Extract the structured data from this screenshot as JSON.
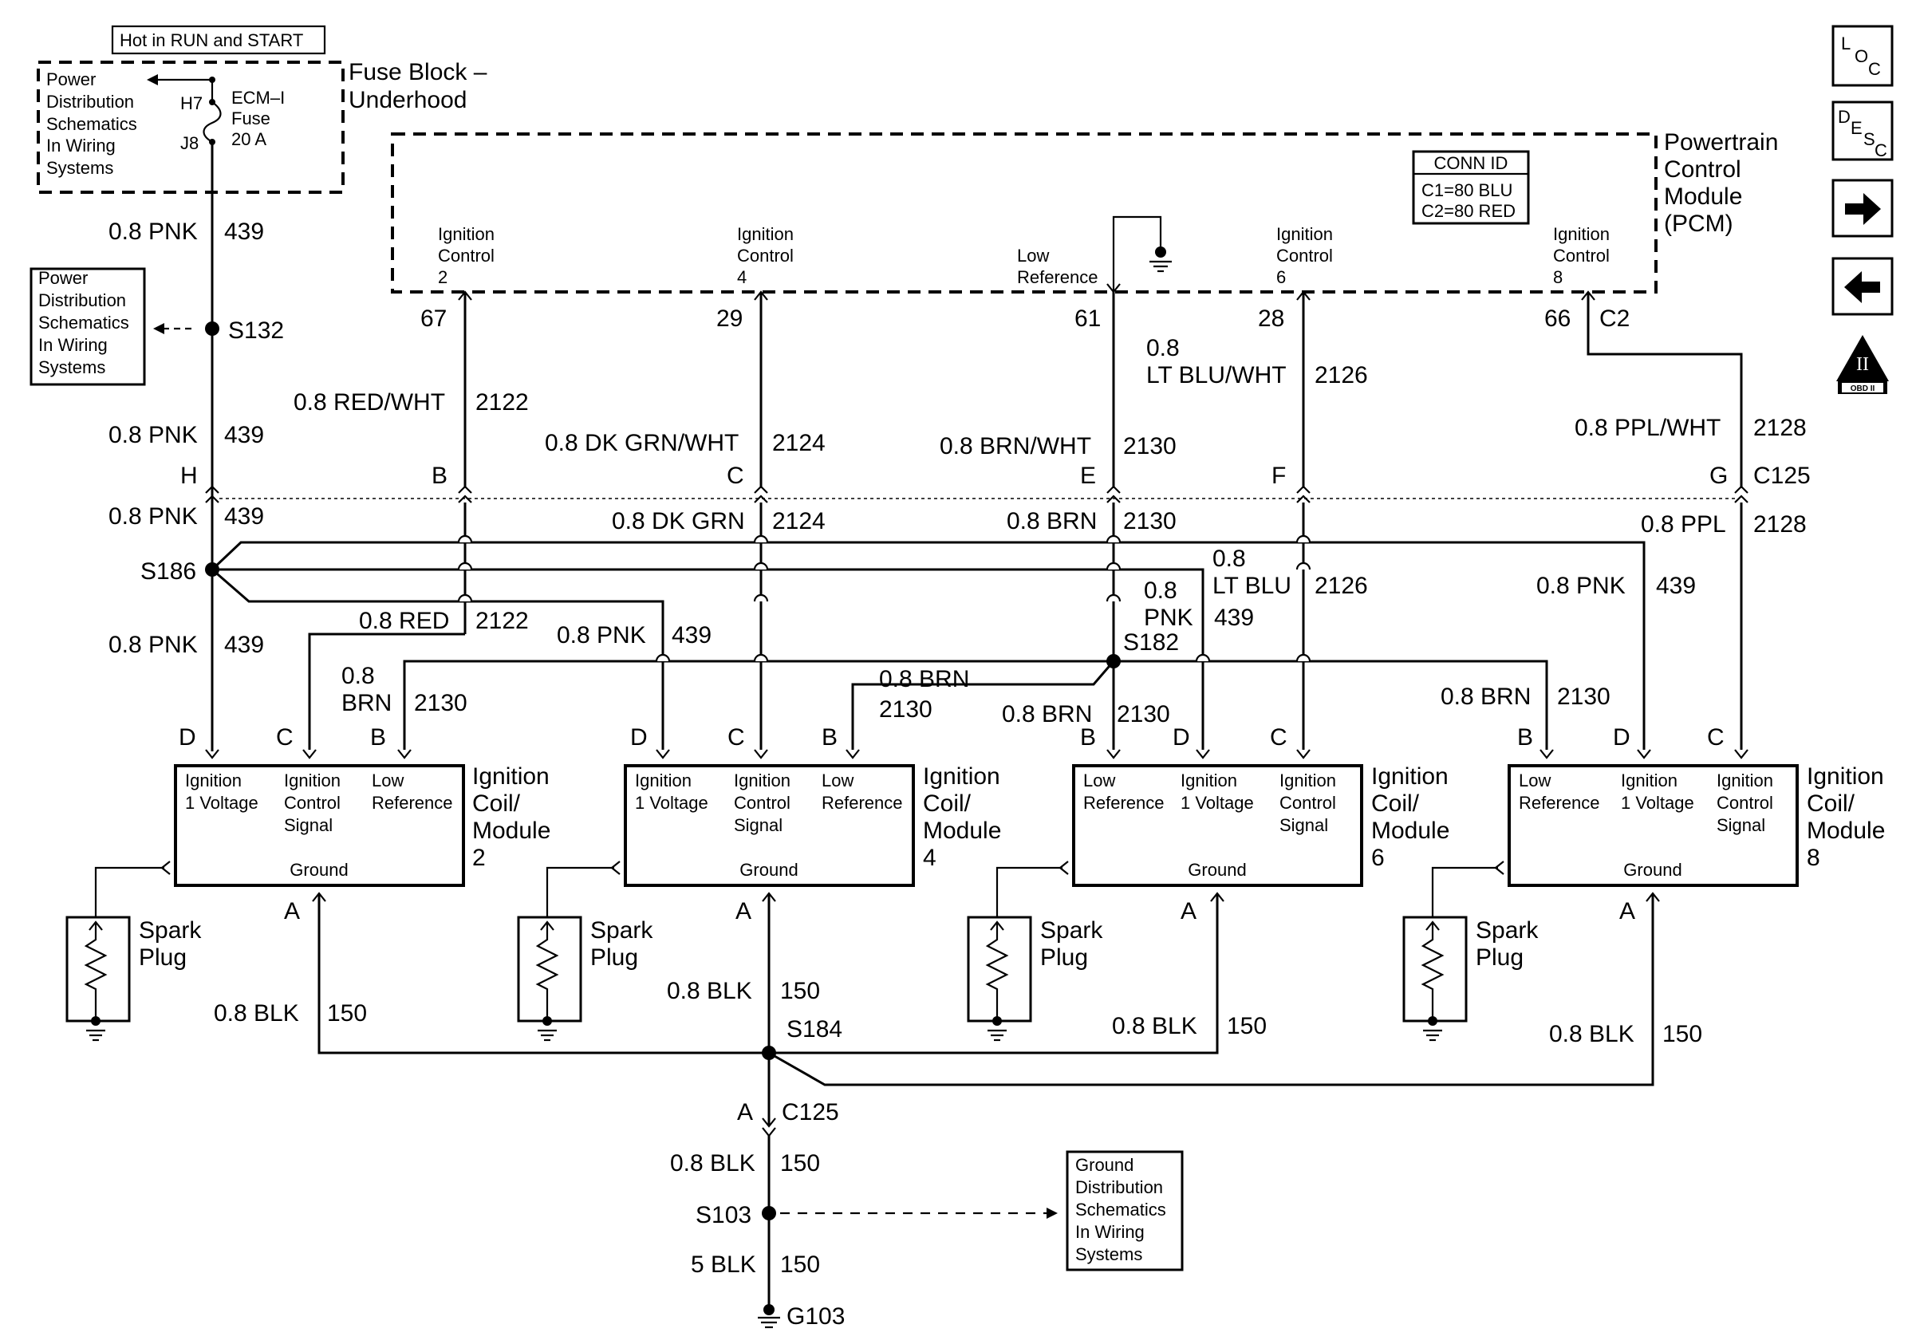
{
  "hot_note": "Hot in RUN and START",
  "fuse_block": {
    "title1": "Fuse Block –",
    "title2": "Underhood",
    "fuse1": "ECM–I",
    "fuse2": "Fuse",
    "fuse3": "20 A",
    "pin_top": "H7",
    "pin_bottom": "J8"
  },
  "power_ref": [
    "Power",
    "Distribution",
    "Schematics",
    "In Wiring",
    "Systems"
  ],
  "ground_ref": [
    "Ground",
    "Distribution",
    "Schematics",
    "In Wiring",
    "Systems"
  ],
  "pcm": {
    "title": [
      "Powertrain",
      "Control",
      "Module",
      "(PCM)"
    ],
    "conn_id": "CONN ID",
    "c1": "C1=80 BLU",
    "c2": "C2=80 RED",
    "connector": "C2",
    "ic2": [
      "Ignition",
      "Control",
      "2"
    ],
    "ic4": [
      "Ignition",
      "Control",
      "4"
    ],
    "lowref": [
      "Low",
      "Reference"
    ],
    "ic6": [
      "Ignition",
      "Control",
      "6"
    ],
    "ic8": [
      "Ignition",
      "Control",
      "8"
    ],
    "pins": [
      "67",
      "29",
      "61",
      "28",
      "66"
    ]
  },
  "wires": {
    "pnk": "0.8 PNK",
    "n439": "439",
    "splice_s132": "S132",
    "splice_s186": "S186",
    "splice_s182": "S182",
    "splice_s184": "S184",
    "splice_s103": "S103",
    "ground_g103": "G103",
    "red_wht": "0.8 RED/WHT",
    "n2122": "2122",
    "dkgrn_wht": "0.8 DK GRN/WHT",
    "n2124": "2124",
    "brn_wht": "0.8 BRN/WHT",
    "n2130": "2130",
    "ltblu_wht_a": "0.8",
    "ltblu_wht_b": "LT BLU/WHT",
    "n2126": "2126",
    "ppl_wht": "0.8 PPL/WHT",
    "n2128": "2128",
    "dkgrn": "0.8 DK GRN",
    "brn": "0.8 BRN",
    "ltblu_a": "0.8",
    "ltblu_b": "LT BLU",
    "ppl": "0.8 PPL",
    "red": "0.8 RED",
    "pnk_a": "0.8",
    "pnk_b": "PNK",
    "brn_a": "0.8",
    "brn_b": "BRN",
    "blk": "0.8 BLK",
    "n150": "150",
    "blk5": "5 BLK",
    "c125": "C125"
  },
  "connector_letters": {
    "H": "H",
    "B": "B",
    "C": "C",
    "E": "E",
    "F": "F",
    "G": "G",
    "D": "D",
    "A": "A"
  },
  "coils": [
    {
      "title": [
        "Ignition",
        "Coil/",
        "Module",
        "2"
      ],
      "cols": [
        [
          "Ignition",
          "1 Voltage"
        ],
        [
          "Ignition",
          "Control",
          "Signal"
        ],
        [
          "Low",
          "Reference"
        ]
      ],
      "ground": "Ground"
    },
    {
      "title": [
        "Ignition",
        "Coil/",
        "Module",
        "4"
      ],
      "cols": [
        [
          "Ignition",
          "1 Voltage"
        ],
        [
          "Ignition",
          "Control",
          "Signal"
        ],
        [
          "Low",
          "Reference"
        ]
      ],
      "ground": "Ground"
    },
    {
      "title": [
        "Ignition",
        "Coil/",
        "Module",
        "6"
      ],
      "cols": [
        [
          "Low",
          "Reference"
        ],
        [
          "Ignition",
          "1 Voltage"
        ],
        [
          "Ignition",
          "Control",
          "Signal"
        ]
      ],
      "ground": "Ground"
    },
    {
      "title": [
        "Ignition",
        "Coil/",
        "Module",
        "8"
      ],
      "cols": [
        [
          "Low",
          "Reference"
        ],
        [
          "Ignition",
          "1 Voltage"
        ],
        [
          "Ignition",
          "Control",
          "Signal"
        ]
      ],
      "ground": "Ground"
    }
  ],
  "spark": [
    "Spark",
    "Plug"
  ],
  "nav": {
    "loc": [
      "L",
      "O",
      "C"
    ],
    "desc": [
      "D",
      "E",
      "S",
      "C"
    ],
    "obd": "OBD II",
    "obd_numeral": "II"
  }
}
